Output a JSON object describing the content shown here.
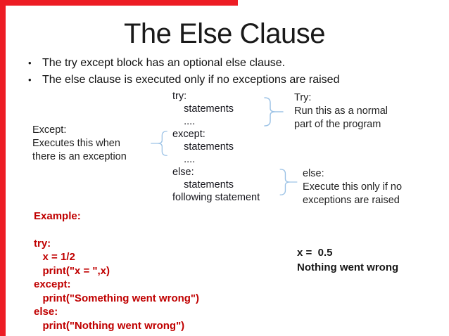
{
  "title": "The Else Clause",
  "bullet_char": "•",
  "bullets": [
    "The try except block has an optional else clause.",
    "The else clause is executed only if no exceptions are raised"
  ],
  "code_diagram": {
    "lines": [
      "try:",
      "    statements",
      "    ....",
      "except:",
      "    statements",
      "    ....",
      "else:",
      "    statements",
      "following statement"
    ]
  },
  "callouts": {
    "try": [
      "Try:",
      "Run this as a normal",
      "part of the program"
    ],
    "except": [
      "Except:",
      "Executes this when",
      "there is an exception"
    ],
    "else": [
      "else:",
      "Execute this only if no",
      "exceptions are raised"
    ]
  },
  "example": {
    "heading": "Example:",
    "lines": [
      "try:",
      "   x = 1/2",
      "   print(\"x = \",x)",
      "except:",
      "   print(\"Something went wrong\")",
      "else:",
      "   print(\"Nothing went wrong\")"
    ]
  },
  "output": {
    "lines": [
      "x =  0.5",
      "Nothing went wrong"
    ]
  },
  "colors": {
    "accent_red": "#ed1c24",
    "example_red": "#c00000",
    "brace_blue": "#9dc3e6",
    "text_dark": "#1a1a1a"
  }
}
